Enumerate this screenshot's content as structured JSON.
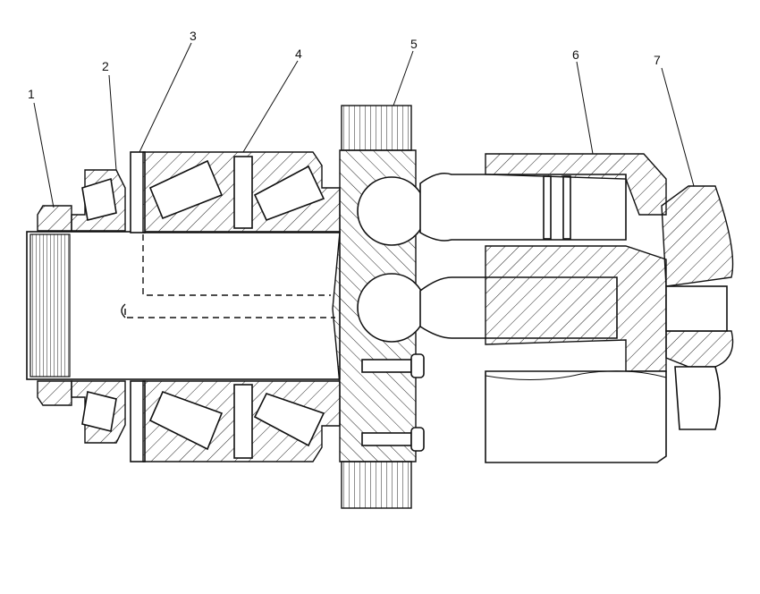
{
  "callouts": [
    {
      "label": "1"
    },
    {
      "label": "2"
    },
    {
      "label": "3"
    },
    {
      "label": "4"
    },
    {
      "label": "5"
    },
    {
      "label": "6"
    },
    {
      "label": "7"
    }
  ]
}
